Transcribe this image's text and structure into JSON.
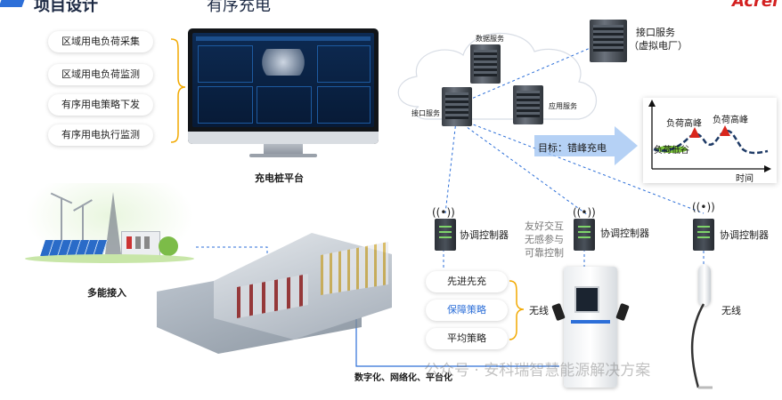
{
  "header": {
    "title_left": "项目设计",
    "title_right": "有序充电",
    "logo_text": "Acrel"
  },
  "left_list": {
    "items": [
      "区域用电负荷采集",
      "区域用电负荷监测",
      "有序用电策略下发",
      "有序用电执行监测"
    ]
  },
  "platform": {
    "label": "充电桩平台"
  },
  "multi_energy": {
    "label": "多能接入"
  },
  "bottom_label": "数字化、网络化、平台化",
  "cloud": {
    "data_service": "数据服务",
    "interface_service": "接口服务",
    "app_service": "应用服务"
  },
  "vpp": {
    "line1": "接口服务",
    "line2": "（虚拟电厂）"
  },
  "target": {
    "label": "目标：错峰充电"
  },
  "load_chart": {
    "peak_label_1": "负荷高峰",
    "peak_label_2": "负荷高峰",
    "valley_label": "负荷低谷",
    "x_label": "时间"
  },
  "controllers": {
    "label_1": "协调控制器",
    "label_2": "协调控制器",
    "label_3": "协调控制器"
  },
  "interaction_text": {
    "line1": "友好交互",
    "line2": "无感参与",
    "line3": "可靠控制"
  },
  "strategies": {
    "items": [
      "先进先充",
      "保障策略",
      "平均策略"
    ],
    "wireless_label": "无线"
  },
  "wireless_right": "无线",
  "watermark": "公众号 · 安科瑞智慧能源解决方案",
  "colors": {
    "accent_blue": "#2d6fd8",
    "bracket_orange": "#f2a900",
    "dashed_line": "#2d6fd8",
    "arrow_light": "#9cc2f2",
    "peak_red": "#d9261c",
    "valley_green": "#7cc63b",
    "curve_navy": "#1e3a66"
  }
}
